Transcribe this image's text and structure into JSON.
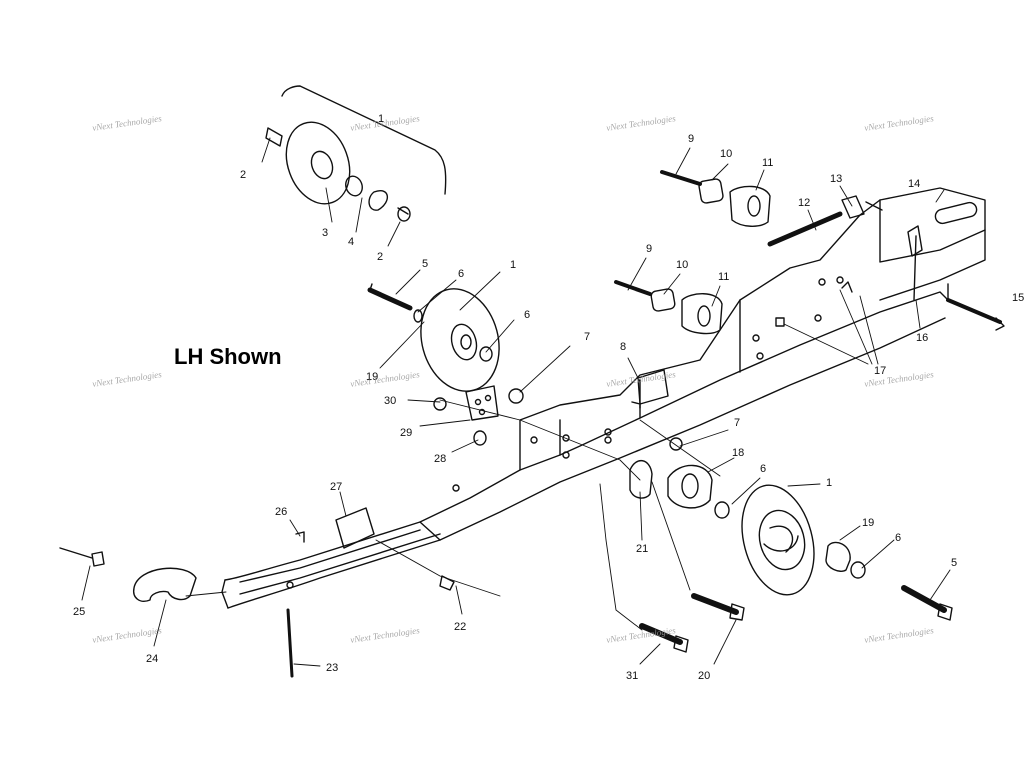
{
  "heading": "LH Shown",
  "watermark": "vNext Technologies",
  "callouts": [
    {
      "id": "c1a",
      "label": "1"
    },
    {
      "id": "c2a",
      "label": "2"
    },
    {
      "id": "c3",
      "label": "3"
    },
    {
      "id": "c4",
      "label": "4"
    },
    {
      "id": "c2b",
      "label": "2"
    },
    {
      "id": "c9a",
      "label": "9"
    },
    {
      "id": "c10a",
      "label": "10"
    },
    {
      "id": "c11a",
      "label": "11"
    },
    {
      "id": "c13",
      "label": "13"
    },
    {
      "id": "c14",
      "label": "14"
    },
    {
      "id": "c12",
      "label": "12"
    },
    {
      "id": "c9b",
      "label": "9"
    },
    {
      "id": "c10b",
      "label": "10"
    },
    {
      "id": "c11b",
      "label": "11"
    },
    {
      "id": "c15",
      "label": "15"
    },
    {
      "id": "c16",
      "label": "16"
    },
    {
      "id": "c17",
      "label": "17"
    },
    {
      "id": "c5a",
      "label": "5"
    },
    {
      "id": "c6a",
      "label": "6"
    },
    {
      "id": "c1b",
      "label": "1"
    },
    {
      "id": "c6b",
      "label": "6"
    },
    {
      "id": "c19a",
      "label": "19"
    },
    {
      "id": "c7a",
      "label": "7"
    },
    {
      "id": "c8",
      "label": "8"
    },
    {
      "id": "c30",
      "label": "30"
    },
    {
      "id": "c29",
      "label": "29"
    },
    {
      "id": "c28",
      "label": "28"
    },
    {
      "id": "c7b",
      "label": "7"
    },
    {
      "id": "c18",
      "label": "18"
    },
    {
      "id": "c6c",
      "label": "6"
    },
    {
      "id": "c1c",
      "label": "1"
    },
    {
      "id": "c21",
      "label": "21"
    },
    {
      "id": "c27",
      "label": "27"
    },
    {
      "id": "c26",
      "label": "26"
    },
    {
      "id": "c19b",
      "label": "19"
    },
    {
      "id": "c6d",
      "label": "6"
    },
    {
      "id": "c5b",
      "label": "5"
    },
    {
      "id": "c25",
      "label": "25"
    },
    {
      "id": "c24",
      "label": "24"
    },
    {
      "id": "c22",
      "label": "22"
    },
    {
      "id": "c23",
      "label": "23"
    },
    {
      "id": "c31",
      "label": "31"
    },
    {
      "id": "c20",
      "label": "20"
    }
  ]
}
